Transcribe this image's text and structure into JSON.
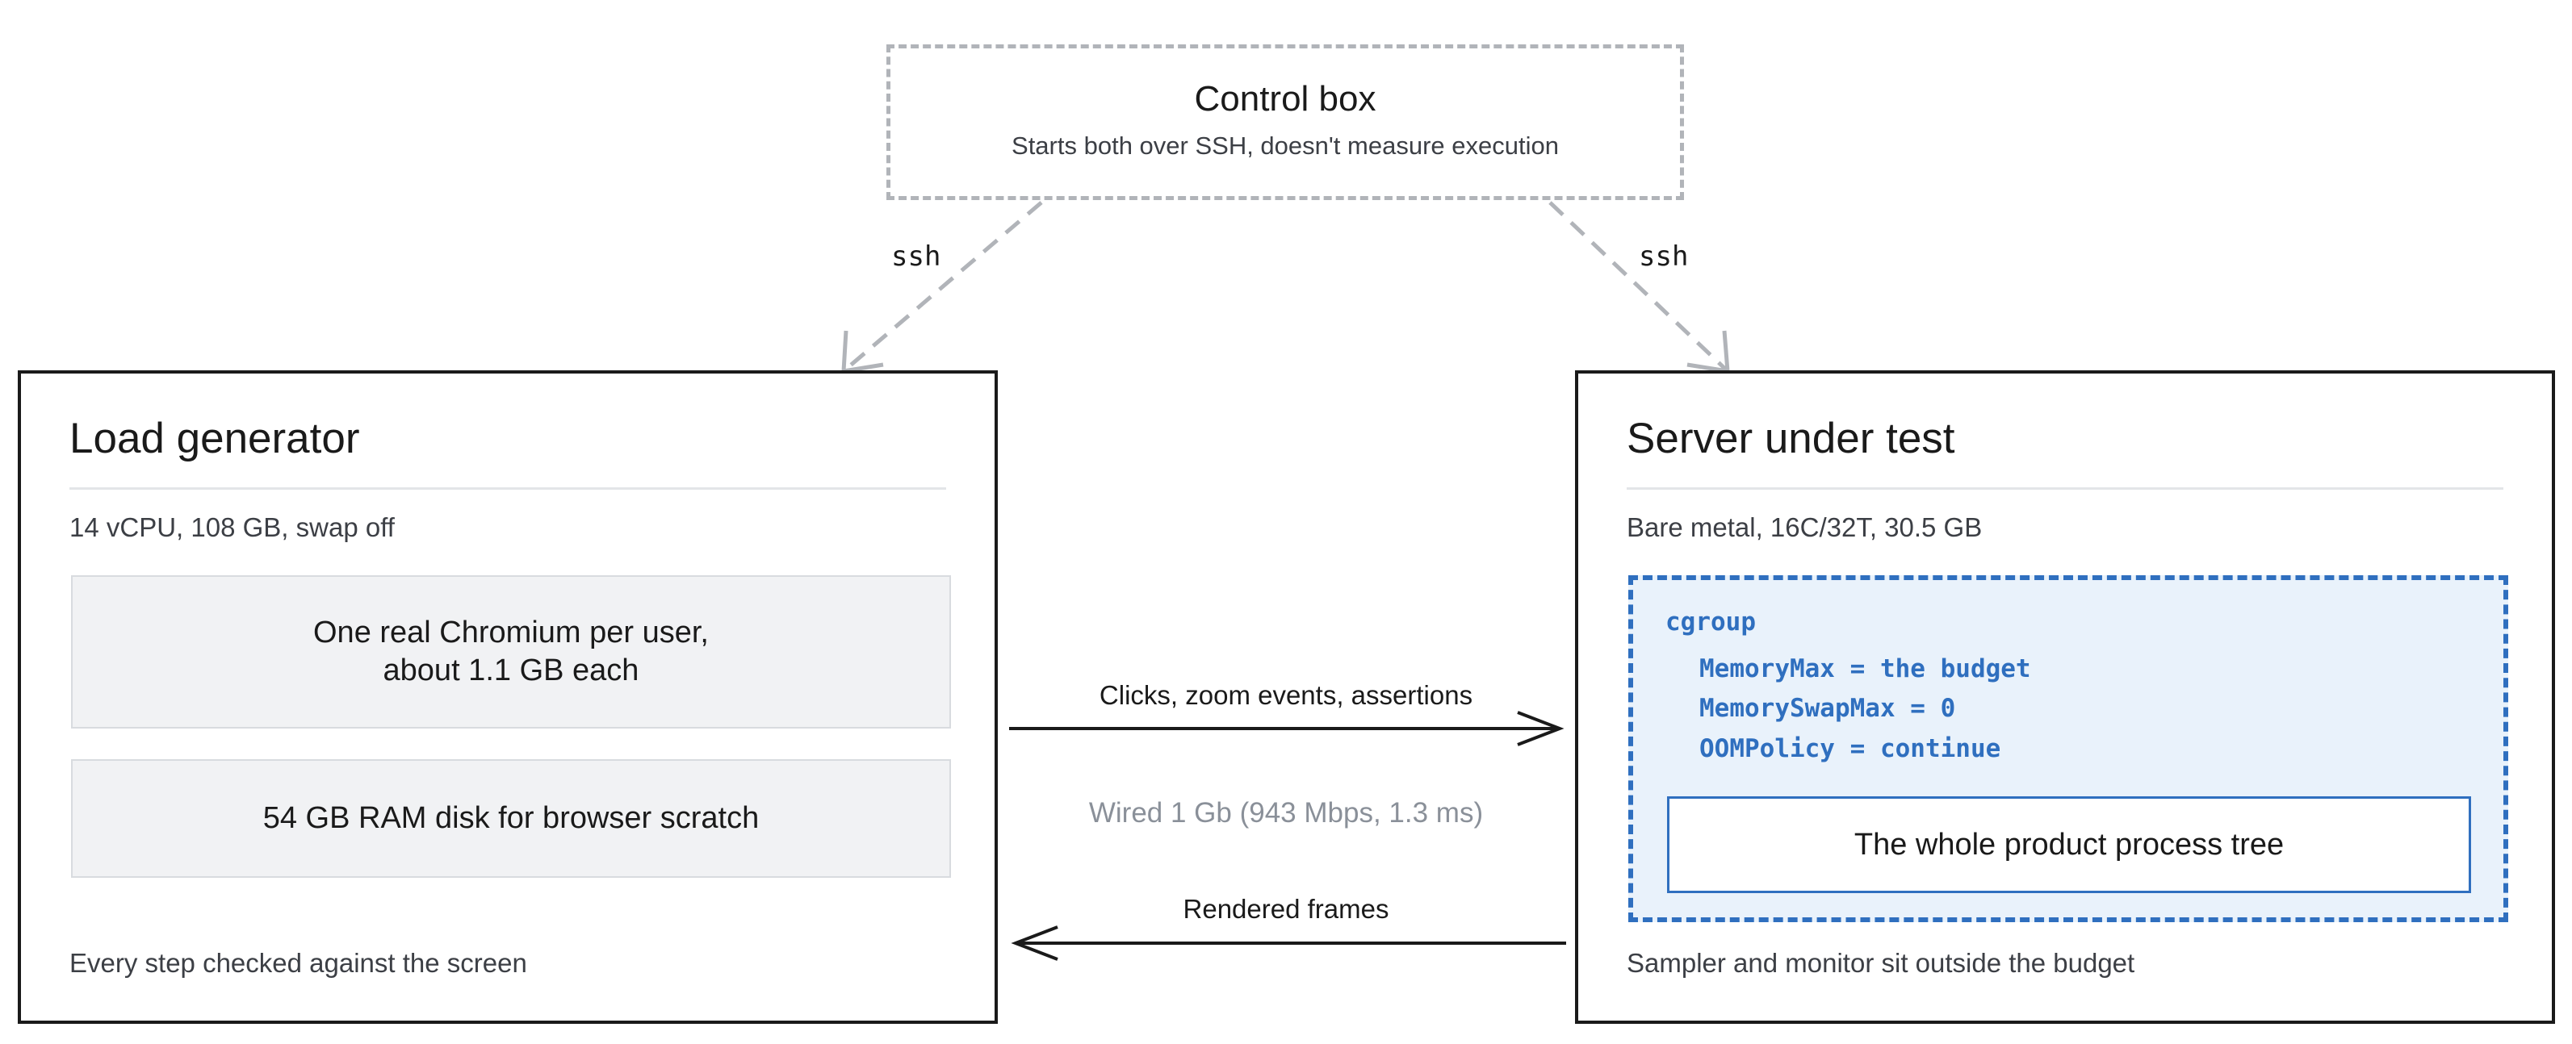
{
  "control": {
    "title": "Control box",
    "subtitle": "Starts both over SSH, doesn't measure execution"
  },
  "edges": {
    "left_label": "ssh",
    "right_label": "ssh"
  },
  "load_generator": {
    "title": "Load generator",
    "spec": "14 vCPU, 108 GB, swap off",
    "box1_line1": "One real Chromium per user,",
    "box1_line2": "about 1.1 GB each",
    "box2": "54 GB RAM disk for browser scratch",
    "footer": "Every step checked against the screen"
  },
  "server": {
    "title": "Server under test",
    "spec": "Bare metal, 16C/32T, 30.5 GB",
    "cgroup": {
      "label": "cgroup",
      "lines": [
        "MemoryMax = the budget",
        "MemorySwapMax = 0",
        "OOMPolicy = continue"
      ],
      "process": "The whole product process tree"
    },
    "footer": "Sampler and monitor sit outside the budget"
  },
  "link": {
    "forward": "Clicks, zoom events, assertions",
    "network": "Wired 1 Gb (943 Mbps, 1.3 ms)",
    "back": "Rendered frames"
  },
  "colors": {
    "ssh_edge": "#b1b4b9",
    "cgroup_accent": "#2f6fbf",
    "cgroup_fill": "#e9f2fb",
    "box_fill": "#f1f2f4"
  }
}
